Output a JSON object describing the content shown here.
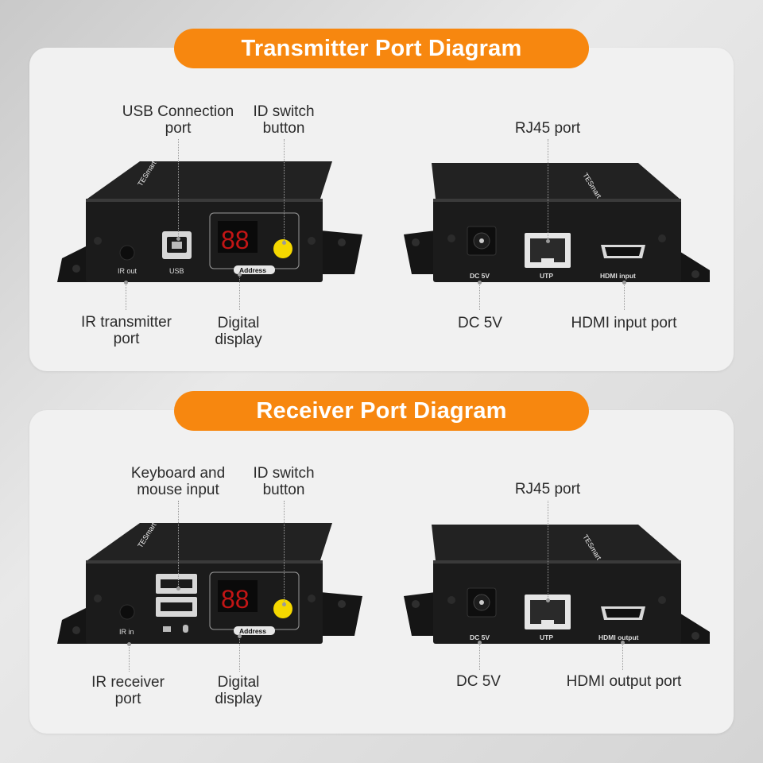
{
  "transmitter": {
    "title": "Transmitter Port Diagram",
    "front": {
      "labels": {
        "usb_port": "USB Connection\nport",
        "id_switch": "ID switch\nbutton",
        "ir_port": "IR transmitter\nport",
        "digital_display": "Digital\ndisplay"
      },
      "panel_text": {
        "ir": "IR out",
        "usb": "USB",
        "address": "Address",
        "display": "88",
        "brand": "TESmart"
      }
    },
    "back": {
      "labels": {
        "rj45": "RJ45 port",
        "dc": "DC 5V",
        "hdmi": "HDMI input port"
      },
      "panel_text": {
        "dc": "DC 5V",
        "utp": "UTP",
        "hdmi": "HDMI input",
        "brand": "TESmart"
      }
    }
  },
  "receiver": {
    "title": "Receiver Port Diagram",
    "front": {
      "labels": {
        "km_input": "Keyboard and\nmouse input",
        "id_switch": "ID switch\nbutton",
        "ir_port": "IR receiver\nport",
        "digital_display": "Digital\ndisplay"
      },
      "panel_text": {
        "ir": "IR in",
        "address": "Address",
        "display": "88",
        "brand": "TESmart"
      }
    },
    "back": {
      "labels": {
        "rj45": "RJ45 port",
        "dc": "DC 5V",
        "hdmi": "HDMI output port"
      },
      "panel_text": {
        "dc": "DC 5V",
        "utp": "UTP",
        "hdmi": "HDMI output",
        "brand": "TESmart"
      }
    }
  },
  "colors": {
    "accent": "#f7870f",
    "device_body": "#1c1c1c",
    "button_yellow": "#f5d800",
    "display_red": "#e01a1a"
  }
}
